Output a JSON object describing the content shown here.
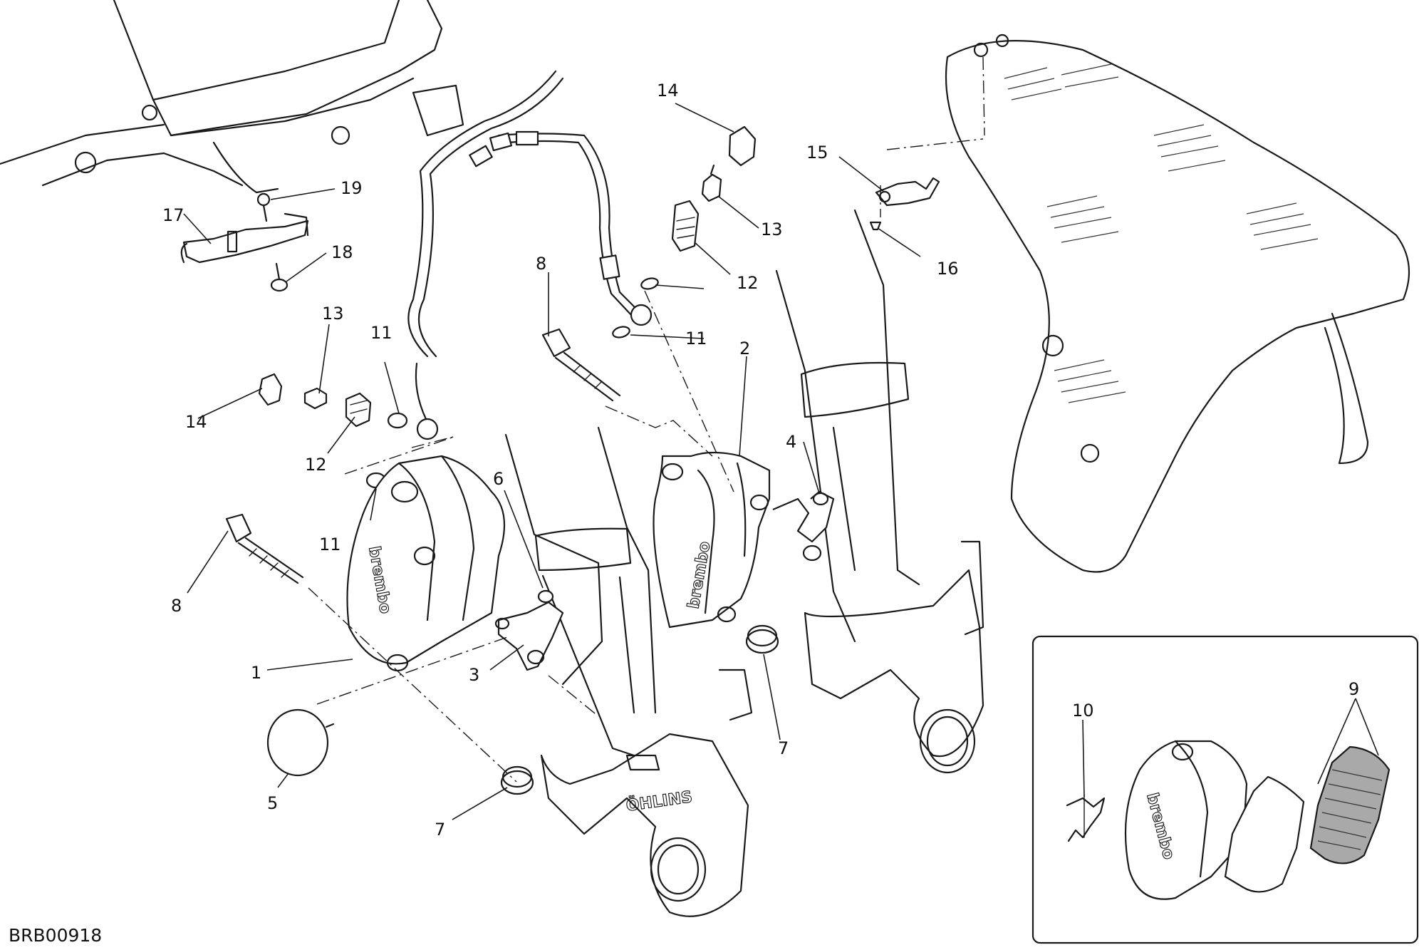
{
  "reference_code": "BRB00918",
  "brand_text": "brembo",
  "callouts": [
    {
      "id": "1",
      "label": "1"
    },
    {
      "id": "2",
      "label": "2"
    },
    {
      "id": "3",
      "label": "3"
    },
    {
      "id": "4",
      "label": "4"
    },
    {
      "id": "5",
      "label": "5"
    },
    {
      "id": "6",
      "label": "6"
    },
    {
      "id": "7a",
      "label": "7"
    },
    {
      "id": "7b",
      "label": "7"
    },
    {
      "id": "8a",
      "label": "8"
    },
    {
      "id": "8b",
      "label": "8"
    },
    {
      "id": "9",
      "label": "9"
    },
    {
      "id": "10",
      "label": "10"
    },
    {
      "id": "11a",
      "label": "11"
    },
    {
      "id": "11b",
      "label": "11"
    },
    {
      "id": "11c",
      "label": "11"
    },
    {
      "id": "12a",
      "label": "12"
    },
    {
      "id": "12b",
      "label": "12"
    },
    {
      "id": "13a",
      "label": "13"
    },
    {
      "id": "13b",
      "label": "13"
    },
    {
      "id": "14a",
      "label": "14"
    },
    {
      "id": "14b",
      "label": "14"
    },
    {
      "id": "15",
      "label": "15"
    },
    {
      "id": "16",
      "label": "16"
    },
    {
      "id": "17",
      "label": "17"
    },
    {
      "id": "18",
      "label": "18"
    },
    {
      "id": "19",
      "label": "19"
    }
  ]
}
